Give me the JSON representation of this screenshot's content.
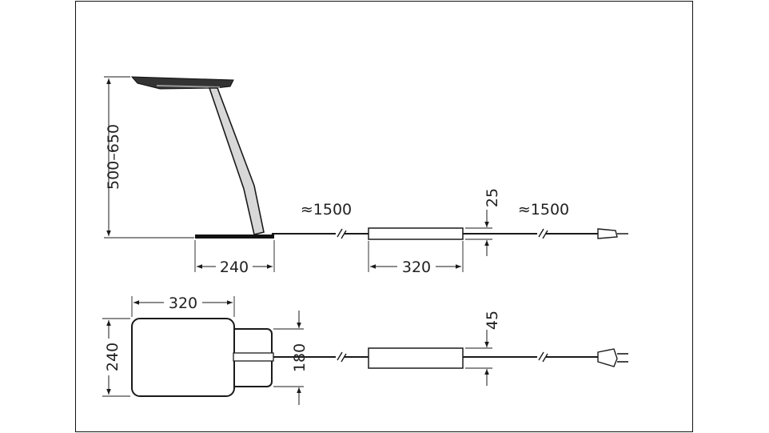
{
  "dimensions": {
    "lamp_height": "500–650",
    "cable_left": "≈1500",
    "cable_right": "≈1500",
    "driver_thickness": "25",
    "base_width_side": "240",
    "driver_length_side": "320",
    "base_length_top": "320",
    "base_depth_top": "240",
    "arm_width_top": "180",
    "driver_width_top": "45"
  }
}
